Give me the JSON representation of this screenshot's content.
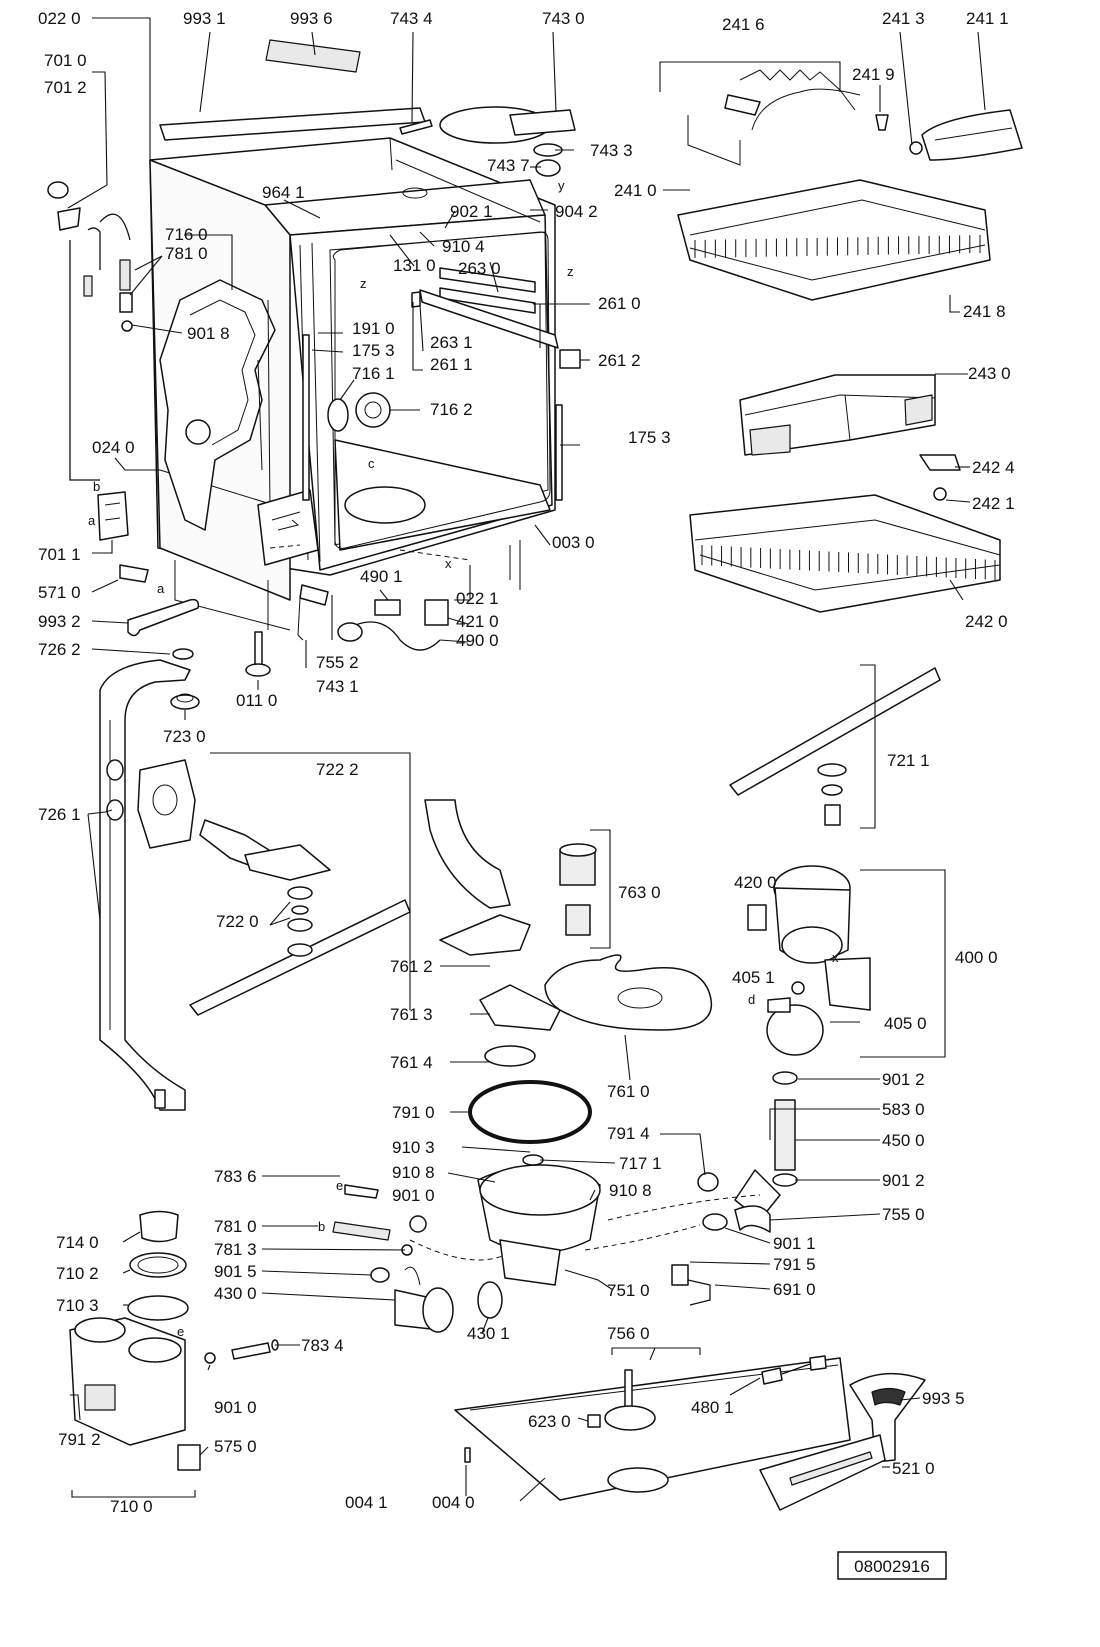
{
  "drawing_number": "08002916",
  "callouts": {
    "c0220": "022 0",
    "c9931": "993 1",
    "c9936": "993 6",
    "c7434": "743 4",
    "c7430": "743 0",
    "c2416": "241 6",
    "c2413": "241 3",
    "c2411": "241 1",
    "c2419": "241 9",
    "c7010": "701 0",
    "c7012": "701 2",
    "c7437": "743 7",
    "c7433": "743 3",
    "c9641": "964 1",
    "c9021": "902 1",
    "c9042": "904 2",
    "c2410": "241 0",
    "c7160": "716 0",
    "c7810": "781 0",
    "c9104": "910 4",
    "c1310": "131 0",
    "c2630": "263 0",
    "c2418": "241 8",
    "c2610": "261 0",
    "c9018": "901 8",
    "c1910": "191 0",
    "c1753a": "175 3",
    "c2631": "263 1",
    "c2611": "261 1",
    "c2612": "261 2",
    "c7161": "716 1",
    "c7162": "716 2",
    "c2430": "243 0",
    "c0240": "024 0",
    "c1753b": "175 3",
    "c2424": "242 4",
    "c2421": "242 1",
    "c0030": "003 0",
    "c7011": "701 1",
    "c5710": "571 0",
    "c4901": "490 1",
    "c0221": "022 1",
    "c9932": "993 2",
    "c4210": "421 0",
    "c4900": "490 0",
    "c2420": "242 0",
    "c7262": "726 2",
    "c7552": "755 2",
    "c7431": "743 1",
    "c0110": "011 0",
    "c7230": "723 0",
    "c7222": "722 2",
    "c7211": "721 1",
    "c7261": "726 1",
    "c7630": "763 0",
    "c4200": "420 0",
    "c7220": "722 0",
    "c7612": "761 2",
    "c4000": "400 0",
    "c4051": "405 1",
    "c7613": "761 3",
    "c4050": "405 0",
    "c7614": "761 4",
    "c7610": "761 0",
    "c9012a": "901 2",
    "c7910": "791 0",
    "c5830": "583 0",
    "c7914": "791 4",
    "c4500": "450 0",
    "c9103": "910 3",
    "c7171": "717 1",
    "c9108a": "910 8",
    "c9108b": "910 8",
    "c9012b": "901 2",
    "c7836": "783 6",
    "c9010a": "901 0",
    "c7550": "755 0",
    "c7810b": "781 0",
    "c9011": "901 1",
    "c7140": "714 0",
    "c7813": "781 3",
    "c7915": "791 5",
    "c7102": "710 2",
    "c9015": "901 5",
    "c6910": "691 0",
    "c4300": "430 0",
    "c7510": "751 0",
    "c7103": "710 3",
    "c4301": "430 1",
    "c7560": "756 0",
    "c7834": "783 4",
    "c4801": "480 1",
    "c9935": "993 5",
    "c6230": "623 0",
    "c7912": "791 2",
    "c9010b": "901 0",
    "c5750": "575 0",
    "c0041": "004 1",
    "c0040": "004 0",
    "c5210": "521 0",
    "c7100": "710 0"
  },
  "letters": {
    "b1": "b",
    "a1": "a",
    "a2": "a",
    "c1": "c",
    "x1": "x",
    "x2": "x",
    "y1": "y",
    "z1": "z",
    "z2": "z",
    "d1": "d",
    "e1": "e",
    "e2": "e",
    "b2": "b"
  }
}
